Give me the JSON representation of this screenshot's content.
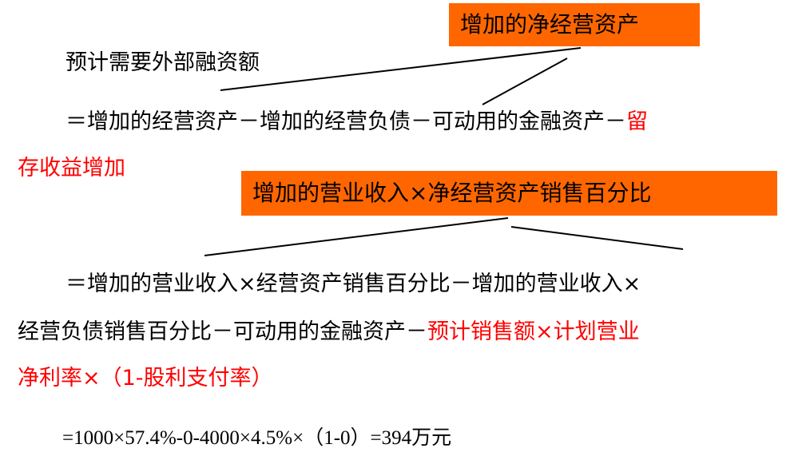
{
  "callout_top": "增加的净经营资产",
  "callout_middle": "增加的营业收入×净经营资产销售百分比",
  "line1": "预计需要外部融资额",
  "line2_black": "＝增加的经营资产－增加的经营负债－可动用的金融资产－",
  "line2_red": "留",
  "line3_red": "存收益增加",
  "line4": "＝增加的营业收入×经营资产销售百分比－增加的营业收入×",
  "line5_black": "经营负债销售百分比－可动用的金融资产－",
  "line5_red": "预计销售额×计划营业",
  "line6_red": "净利率×（1-股利支付率）",
  "calculation": "=1000×57.4%-0-4000×4.5%×（1-0）=394万元",
  "colors": {
    "callout_bg": "#ff6600",
    "highlight_text": "#ff0000"
  }
}
